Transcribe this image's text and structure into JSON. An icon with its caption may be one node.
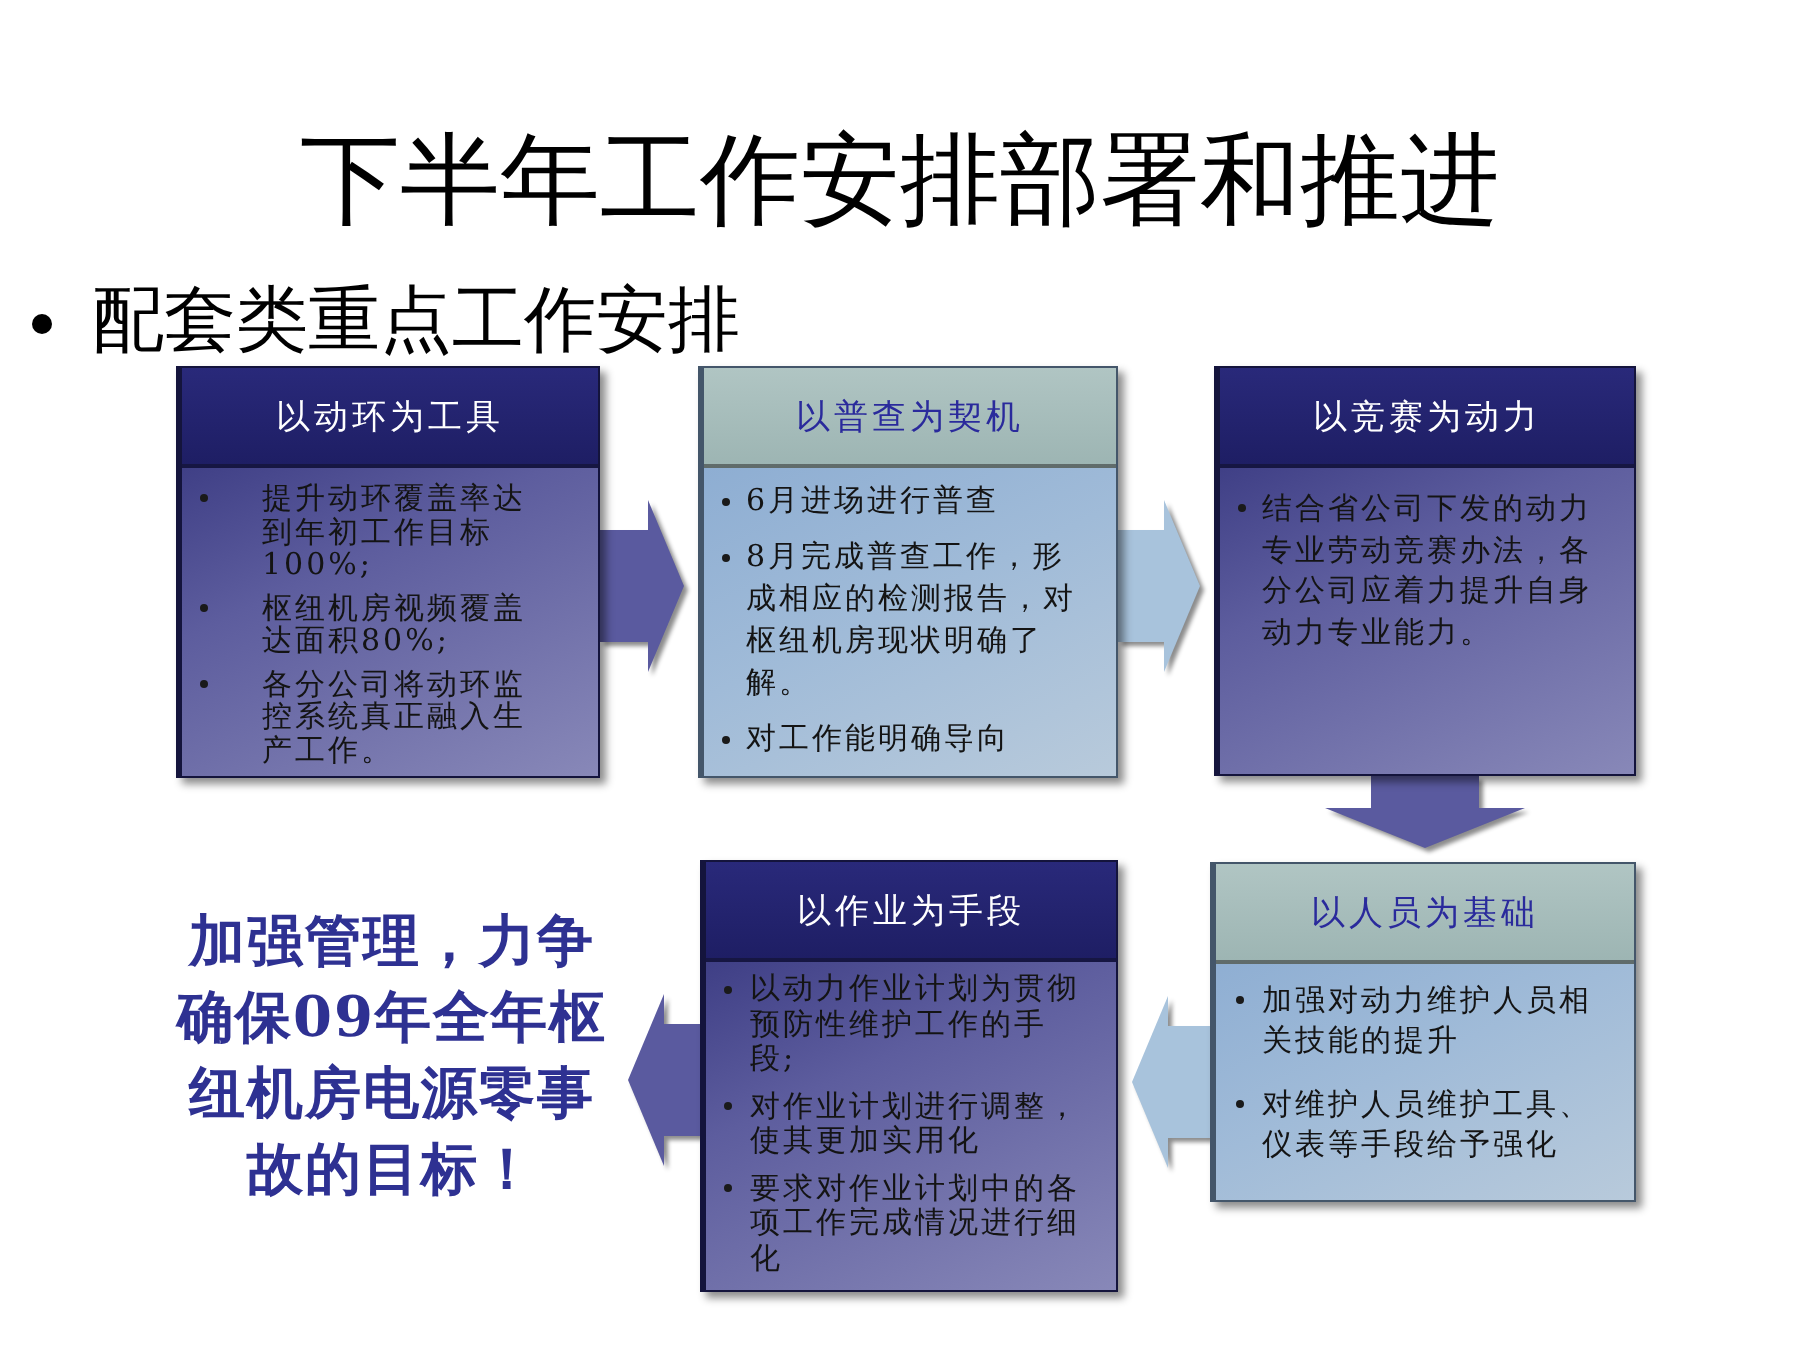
{
  "diagram": {
    "title": "下半年工作安排部署和推进",
    "nodes": [
      {
        "text": [
          "以动环为工具",
          "提升动环覆盖率达到年初工作目标100%;",
          "枢纽机房视频覆盖达面积80%;",
          "各分公司将动环监控系统真正融入生产工作。"
        ]
      },
      {
        "text": [
          "以普查为契机",
          "6月进场进行普查",
          "8月完成普查工作，形成相应的检测报告，对枢纽机房现状明确了解。",
          "对工作能明确导向"
        ]
      },
      {
        "text": [
          "以竞赛为动力",
          "结合省公司下发的动力专业劳动竞赛办法，各分公司应着力提升自身动力专业能力。"
        ]
      },
      {
        "text": [
          "加强管理，力争确保09年全年枢纽机房电源零事故的目标！"
        ]
      },
      {
        "text": [
          "以作业为手段",
          "以动力作业计划为贯彻预防性维护工作的手段;",
          "对作业计划进行调整，使其更加实用化",
          "要求对作业计划中的各项工作完成情况进行细化"
        ]
      },
      {
        "text": [
          "以人员为基础",
          "加强对动力维护人员相关技能的提升",
          "对维护人员维护工具、仪表等手段给予强化"
        ]
      }
    ],
    "edges": [
      {
        "from": 0,
        "to": 1,
        "arrow": "to"
      },
      {
        "from": 1,
        "to": 2,
        "arrow": "to",
        "color": "#a8c3dc"
      },
      {
        "from": 2,
        "to": 5,
        "arrow": "to"
      },
      {
        "from": 5,
        "to": 4,
        "arrow": "to",
        "color": "#a8c3dc"
      },
      {
        "from": 4,
        "to": 3,
        "arrow": "to"
      }
    ],
    "labels": [
      "配套类重点工作安排"
    ]
  }
}
